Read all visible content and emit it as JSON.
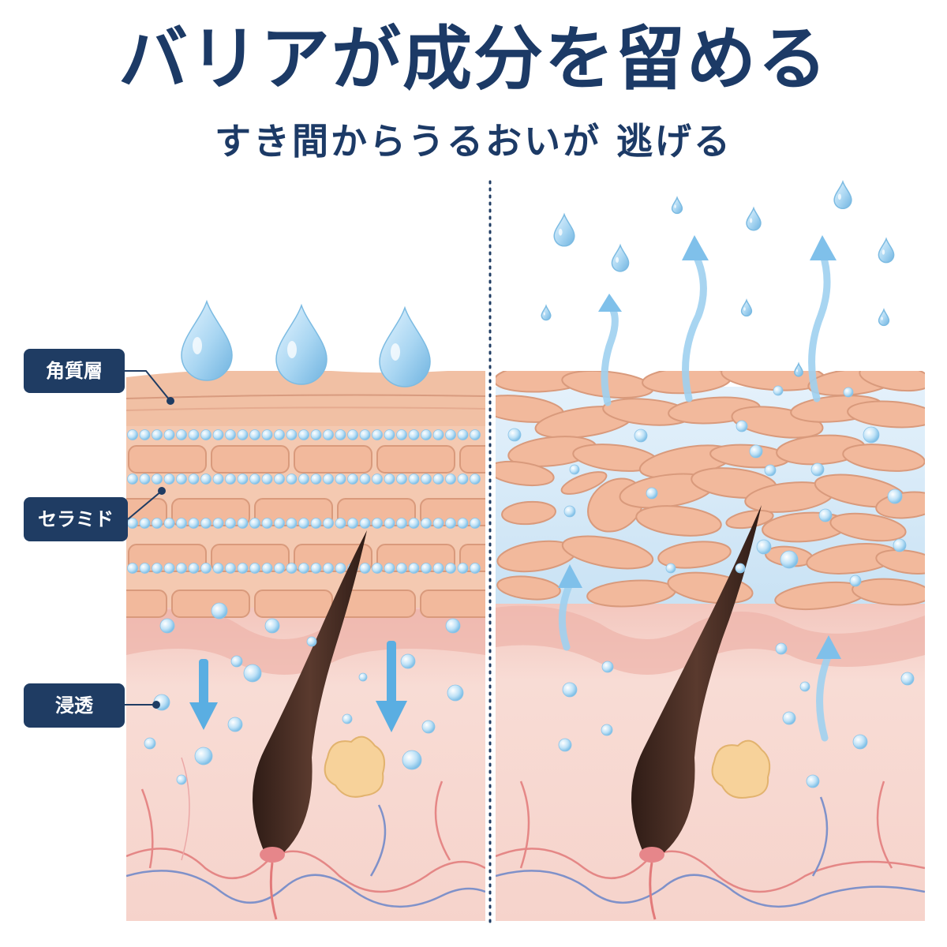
{
  "header": {
    "title": "バリアが成分を留める",
    "subtitle": "すき間からうるおいが 逃げる"
  },
  "labels": {
    "stratum_corneum": "角質層",
    "ceramide": "セラミド",
    "penetration": "浸透"
  },
  "colors": {
    "navy": "#1f3c63",
    "skin_cell": "#f2b99c",
    "skin_cell_edge": "#d99a7c",
    "dermis": "#f7d9d2",
    "water": "#a9d6f2",
    "arrow_blue": "#5aaee2",
    "hair": "#4a2e24",
    "gland": "#f7d29a"
  },
  "icons": {
    "drop": "water-drop-icon",
    "arrow_down": "arrow-down-icon",
    "arrow_up": "arrow-up-icon"
  }
}
